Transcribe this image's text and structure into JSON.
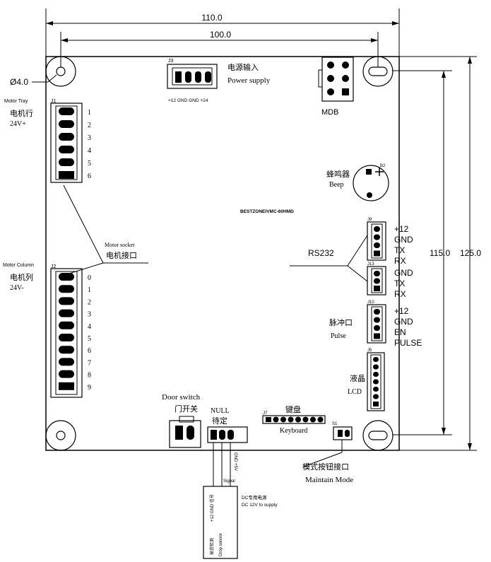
{
  "dimensions": {
    "width_110": "110.0",
    "width_100": "100.0",
    "height_115": "115.0",
    "height_125": "125.0",
    "hole_diameter": "Ø4.0"
  },
  "board": {
    "model": "BESTZONEIVMC-60HMD"
  },
  "j3": {
    "ref": "J3",
    "label_cn": "电源输入",
    "label_en": "Power supply",
    "pins": "+12 GND GND +24"
  },
  "mdb": {
    "label": "MDB"
  },
  "j1": {
    "ref": "J1",
    "label_en": "Motor Tray",
    "label_cn": "电机行",
    "voltage": "24V+",
    "pins": [
      "1",
      "2",
      "3",
      "4",
      "5",
      "6"
    ]
  },
  "j2": {
    "ref": "J2",
    "label_en": "Motor Column",
    "label_cn": "电机列",
    "voltage": "24V-",
    "pins": [
      "0",
      "1",
      "2",
      "3",
      "4",
      "5",
      "6",
      "7",
      "8",
      "9"
    ]
  },
  "motor_socket": {
    "label_en": "Motor socket",
    "label_cn": "电机接口"
  },
  "beeper": {
    "ref": "B2",
    "label_cn": "蜂鸣器",
    "label_en": "Beep"
  },
  "rs232": {
    "label": "RS232",
    "j9_ref": "J9",
    "j9_pins": [
      "+12",
      "GND",
      "TX",
      "RX"
    ],
    "j13_ref": "J13",
    "j13_pins": [
      "GND",
      "TX",
      "RX"
    ]
  },
  "pulse": {
    "ref": "J10",
    "label_cn": "脉冲口",
    "label_en": "Pulse",
    "pins": [
      "+12",
      "GND",
      "EN",
      "PULSE"
    ]
  },
  "lcd": {
    "ref": "J5",
    "label_cn": "液晶",
    "label_en": "LCD"
  },
  "door": {
    "label_en": "Door switch",
    "label_cn": "门开关"
  },
  "null_port": {
    "label_en": "NULL",
    "label_cn": "待定",
    "pins": "GND +5V",
    "signal": "Signal"
  },
  "keyboard": {
    "ref": "J7",
    "label_cn": "键盘",
    "label_en": "Keyboard"
  },
  "maintain": {
    "ref": "S1",
    "label_cn": "模式按钮接口",
    "label_en": "Maintain Mode"
  },
  "drop_sensor": {
    "pins": "+12 GND 信号",
    "note_cn": "DC专用电源",
    "note_en": "DC 12V to supply",
    "label_cn": "掉货检测",
    "label_en": "Drop sensor"
  }
}
